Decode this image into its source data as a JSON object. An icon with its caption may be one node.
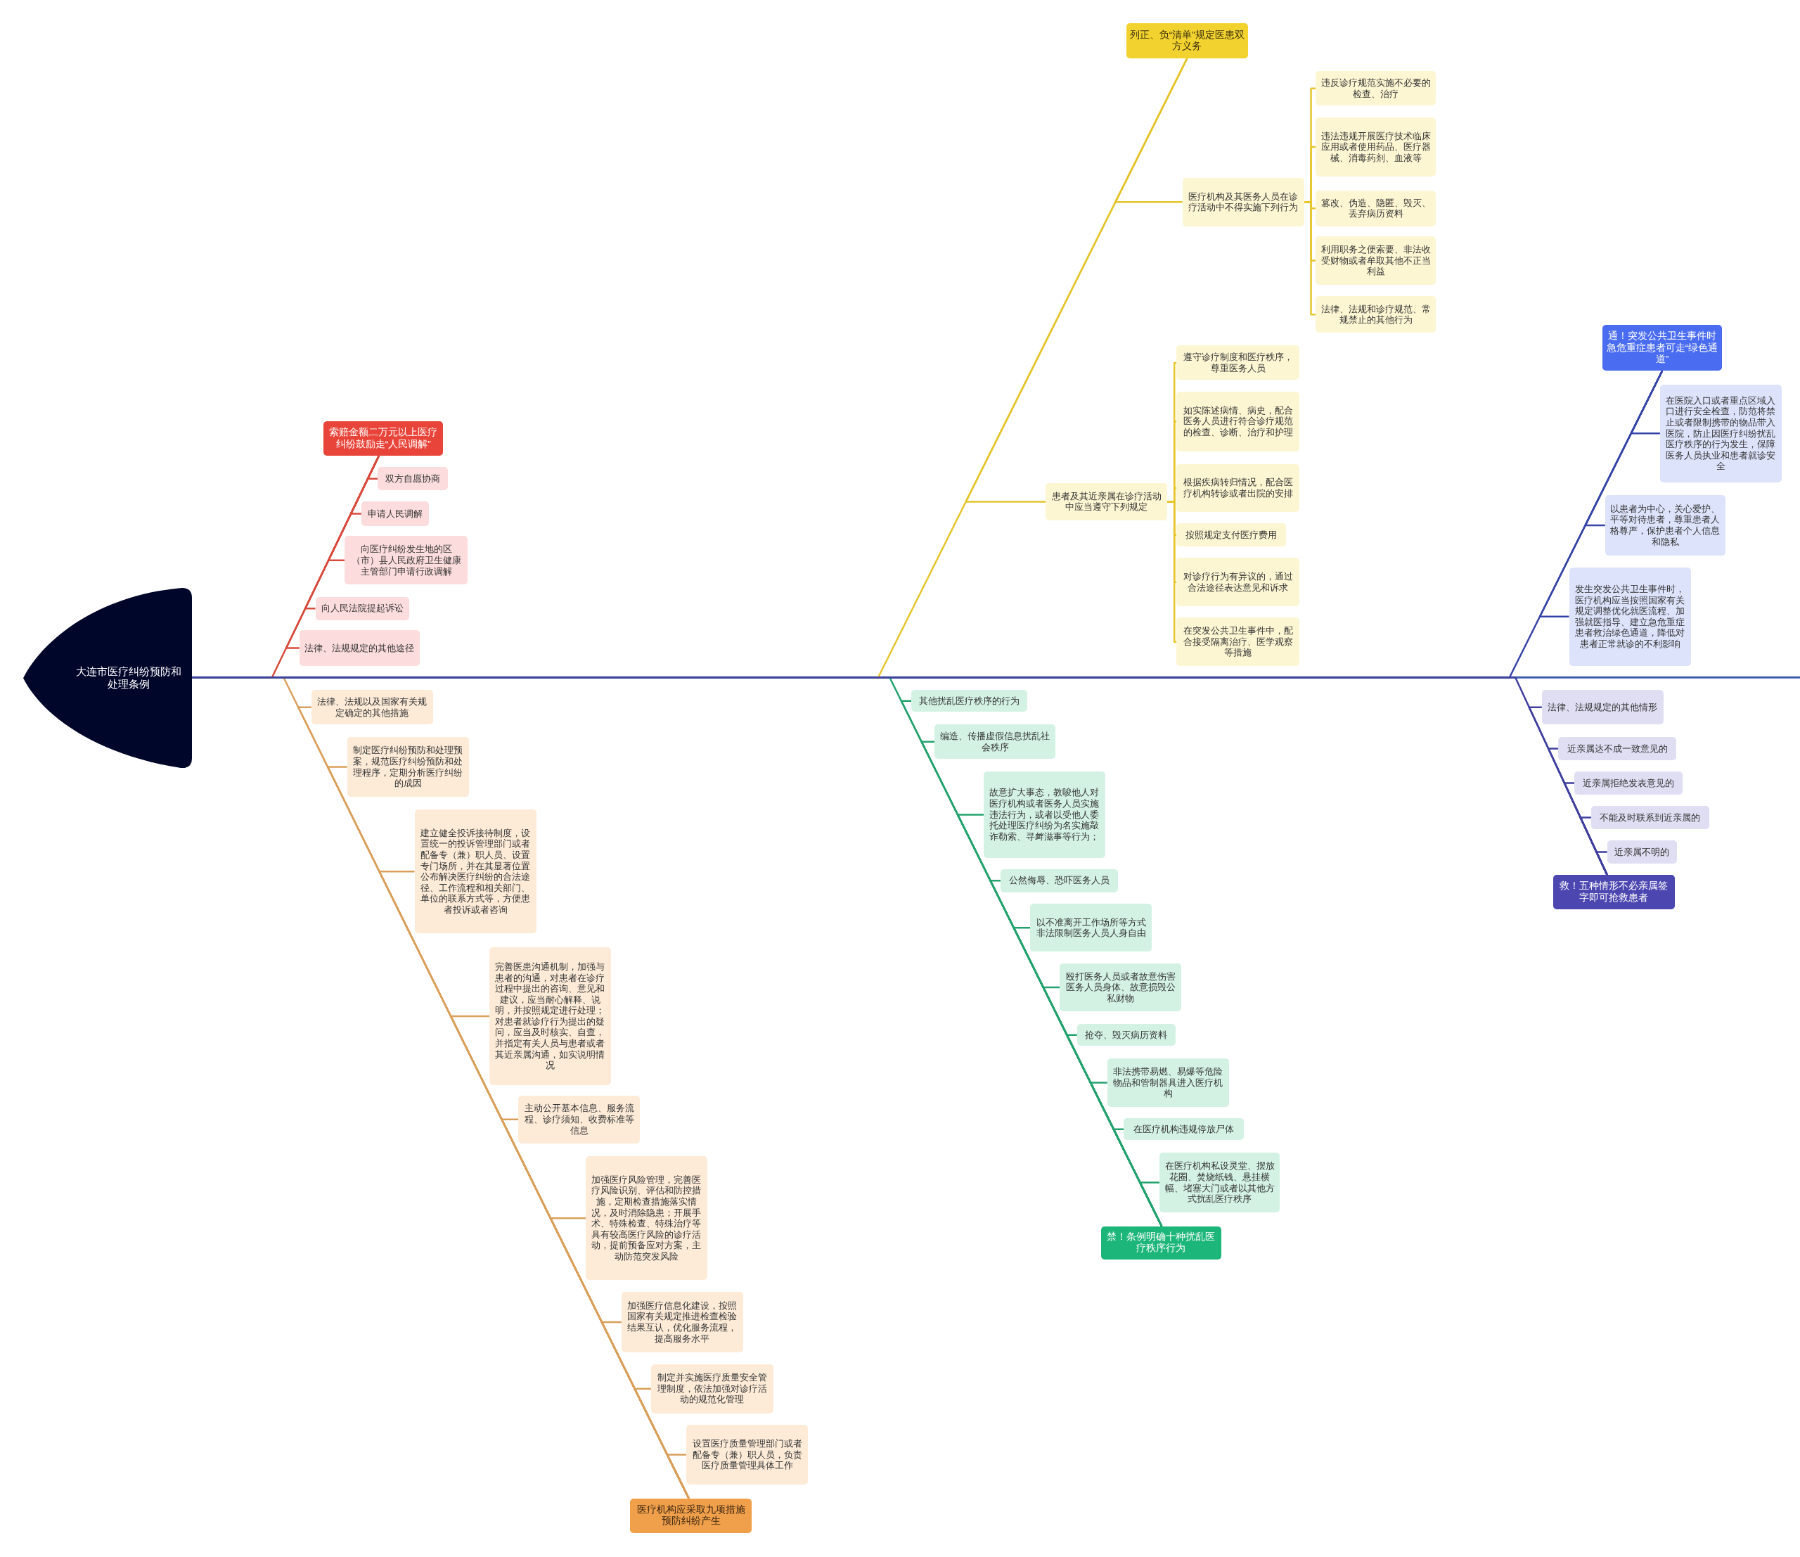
{
  "diagram": {
    "nodes": [
      {
        "text": [
          "大连市医疗纠纷预防和处理条例"
        ]
      },
      {
        "text": [
          "索赔金额二万元以上医疗纠纷鼓励走“人民调解”"
        ]
      },
      {
        "text": [
          "双方自愿协商"
        ]
      },
      {
        "text": [
          "申请人民调解"
        ]
      },
      {
        "text": [
          "向医疗纠纷发生地的区（市）县人民政府卫生健康主管部门申请行政调解"
        ]
      },
      {
        "text": [
          "向人民法院提起诉讼"
        ]
      },
      {
        "text": [
          "法律、法规规定的其他途径"
        ]
      },
      {
        "text": [
          "医疗机构应采取九项措施预防纠纷产生"
        ]
      },
      {
        "text": [
          "法律、法规以及国家有关规定确定的其他措施"
        ]
      },
      {
        "text": [
          "制定医疗纠纷预防和处理预案，规范医疗纠纷预防和处理程序，定期分析医疗纠纷的成因"
        ]
      },
      {
        "text": [
          "建立健全投诉接待制度，设置统一的投诉管理部门或者配备专（兼）职人员、设置专门场所，并在其显著位置公布解决医疗纠纷的合法途径、工作流程和相关部门、单位的联系方式等，方便患者投诉或者咨询"
        ]
      },
      {
        "text": [
          "完善医患沟通机制，加强与患者的沟通，对患者在诊疗过程中提出的咨询、意见和建议，应当耐心解释、说明，并按照规定进行处理；对患者就诊疗行为提出的疑问，应当及时核实、自查，并指定有关人员与患者或者其近亲属沟通，如实说明情况"
        ]
      },
      {
        "text": [
          "主动公开基本信息、服务流程、诊疗须知、收费标准等信息"
        ]
      },
      {
        "text": [
          "加强医疗风险管理，完善医疗风险识别、评估和防控措施，定期检查措施落实情况，及时消除隐患；开展手术、特殊检查、特殊治疗等具有较高医疗风险的诊疗活动，提前预备应对方案，主动防范突发风险"
        ]
      },
      {
        "text": [
          "加强医疗信息化建设，按照国家有关规定推进检查检验结果互认，优化服务流程，提高服务水平"
        ]
      },
      {
        "text": [
          "制定并实施医疗质量安全管理制度，依法加强对诊疗活动的规范化管理"
        ]
      },
      {
        "text": [
          "设置医疗质量管理部门或者配备专（兼）职人员，负责医疗质量管理具体工作"
        ]
      },
      {
        "text": [
          "列正、负“清单”规定医患双方义务"
        ]
      },
      {
        "text": [
          "医疗机构及其医务人员在诊疗活动中不得实施下列行为"
        ]
      },
      {
        "text": [
          "违反诊疗规范实施不必要的检查、治疗"
        ]
      },
      {
        "text": [
          "违法违规开展医疗技术临床应用或者使用药品、医疗器械、消毒药剂、血液等"
        ]
      },
      {
        "text": [
          "篡改、伪造、隐匿、毁灭、丢弃病历资料"
        ]
      },
      {
        "text": [
          "利用职务之便索要、非法收受财物或者牟取其他不正当利益"
        ]
      },
      {
        "text": [
          "法律、法规和诊疗规范、常规禁止的其他行为"
        ]
      },
      {
        "text": [
          "患者及其近亲属在诊疗活动中应当遵守下列规定"
        ]
      },
      {
        "text": [
          "遵守诊疗制度和医疗秩序，尊重医务人员"
        ]
      },
      {
        "text": [
          "如实陈述病情、病史，配合医务人员进行符合诊疗规范的检查、诊断、治疗和护理"
        ]
      },
      {
        "text": [
          "根据疾病转归情况，配合医疗机构转诊或者出院的安排"
        ]
      },
      {
        "text": [
          "按照规定支付医疗费用"
        ]
      },
      {
        "text": [
          "对诊疗行为有异议的，通过合法途径表达意见和诉求"
        ]
      },
      {
        "text": [
          "在突发公共卫生事件中，配合接受隔离治疗、医学观察等措施"
        ]
      },
      {
        "text": [
          "禁！条例明确十种扰乱医疗秩序行为"
        ]
      },
      {
        "text": [
          "其他扰乱医疗秩序的行为"
        ]
      },
      {
        "text": [
          "编造、传播虚假信息扰乱社会秩序"
        ]
      },
      {
        "text": [
          "故意扩大事态，教唆他人对医疗机构或者医务人员实施违法行为，或者以受他人委托处理医疗纠纷为名实施敲诈勒索、寻衅滋事等行为；"
        ]
      },
      {
        "text": [
          "公然侮辱、恐吓医务人员"
        ]
      },
      {
        "text": [
          "以不准离开工作场所等方式非法限制医务人员人身自由"
        ]
      },
      {
        "text": [
          "殴打医务人员或者故意伤害医务人员身体、故意损毁公私财物"
        ]
      },
      {
        "text": [
          "抢夺、毁灭病历资料"
        ]
      },
      {
        "text": [
          "非法携带易燃、易爆等危险物品和管制器具进入医疗机构"
        ]
      },
      {
        "text": [
          "在医疗机构违规停放尸体"
        ]
      },
      {
        "text": [
          "在医疗机构私设灵堂、摆放花圈、焚烧纸钱、悬挂横幅、堵塞大门或者以其他方式扰乱医疗秩序"
        ]
      },
      {
        "text": [
          "通！突发公共卫生事件时急危重症患者可走“绿色通道”"
        ]
      },
      {
        "text": [
          "在医院入口或者重点区域入口进行安全检查，防范将禁止或者限制携带的物品带入医院，防止因医疗纠纷扰乱医疗秩序的行为发生，保障医务人员执业和患者就诊安全"
        ]
      },
      {
        "text": [
          "以患者为中心，关心爱护、平等对待患者，尊重患者人格尊严，保护患者个人信息和隐私"
        ]
      },
      {
        "text": [
          "发生突发公共卫生事件时，医疗机构应当按照国家有关规定调整优化就医流程、加强就医指导、建立急危重症患者救治绿色通道，降低对患者正常就诊的不利影响"
        ]
      },
      {
        "text": [
          "救！五种情形不必亲属签字即可抢救患者"
        ]
      },
      {
        "text": [
          "法律、法规规定的其他情形"
        ]
      },
      {
        "text": [
          "近亲属达不成一致意见的"
        ]
      },
      {
        "text": [
          "近亲属拒绝发表意见的"
        ]
      },
      {
        "text": [
          "不能及时联系到近亲属的"
        ]
      },
      {
        "text": [
          "近亲属不明的"
        ]
      }
    ],
    "edges": [
      {
        "from": 0,
        "to": 1,
        "arrow": "none",
        "color": "#d94a3c"
      },
      {
        "from": 1,
        "to": 2,
        "arrow": "none",
        "color": "#d94a3c"
      },
      {
        "from": 1,
        "to": 3,
        "arrow": "none",
        "color": "#d94a3c"
      },
      {
        "from": 1,
        "to": 4,
        "arrow": "none",
        "color": "#d94a3c"
      },
      {
        "from": 1,
        "to": 5,
        "arrow": "none",
        "color": "#d94a3c"
      },
      {
        "from": 1,
        "to": 6,
        "arrow": "none",
        "color": "#d94a3c"
      },
      {
        "from": 0,
        "to": 7,
        "arrow": "none",
        "color": "#d9a05b"
      },
      {
        "from": 7,
        "to": 8,
        "arrow": "none",
        "color": "#d9a05b"
      },
      {
        "from": 7,
        "to": 9,
        "arrow": "none",
        "color": "#d9a05b"
      },
      {
        "from": 7,
        "to": 10,
        "arrow": "none",
        "color": "#d9a05b"
      },
      {
        "from": 7,
        "to": 11,
        "arrow": "none",
        "color": "#d9a05b"
      },
      {
        "from": 7,
        "to": 12,
        "arrow": "none",
        "color": "#d9a05b"
      },
      {
        "from": 7,
        "to": 13,
        "arrow": "none",
        "color": "#d9a05b"
      },
      {
        "from": 7,
        "to": 14,
        "arrow": "none",
        "color": "#d9a05b"
      },
      {
        "from": 7,
        "to": 15,
        "arrow": "none",
        "color": "#d9a05b"
      },
      {
        "from": 7,
        "to": 16,
        "arrow": "none",
        "color": "#d9a05b"
      },
      {
        "from": 0,
        "to": 17,
        "arrow": "none",
        "color": "#e6c52c"
      },
      {
        "from": 17,
        "to": 18,
        "arrow": "none",
        "color": "#e6c52c"
      },
      {
        "from": 18,
        "to": 19,
        "arrow": "none",
        "color": "#e6c52c"
      },
      {
        "from": 18,
        "to": 20,
        "arrow": "none",
        "color": "#e6c52c"
      },
      {
        "from": 18,
        "to": 21,
        "arrow": "none",
        "color": "#e6c52c"
      },
      {
        "from": 18,
        "to": 22,
        "arrow": "none",
        "color": "#e6c52c"
      },
      {
        "from": 18,
        "to": 23,
        "arrow": "none",
        "color": "#e6c52c"
      },
      {
        "from": 17,
        "to": 24,
        "arrow": "none",
        "color": "#e6c52c"
      },
      {
        "from": 24,
        "to": 25,
        "arrow": "none",
        "color": "#e6c52c"
      },
      {
        "from": 24,
        "to": 26,
        "arrow": "none",
        "color": "#e6c52c"
      },
      {
        "from": 24,
        "to": 27,
        "arrow": "none",
        "color": "#e6c52c"
      },
      {
        "from": 24,
        "to": 28,
        "arrow": "none",
        "color": "#e6c52c"
      },
      {
        "from": 24,
        "to": 29,
        "arrow": "none",
        "color": "#e6c52c"
      },
      {
        "from": 24,
        "to": 30,
        "arrow": "none",
        "color": "#e6c52c"
      },
      {
        "from": 0,
        "to": 31,
        "arrow": "none",
        "color": "#23a26e"
      },
      {
        "from": 31,
        "to": 32,
        "arrow": "none",
        "color": "#23a26e"
      },
      {
        "from": 31,
        "to": 33,
        "arrow": "none",
        "color": "#23a26e"
      },
      {
        "from": 31,
        "to": 34,
        "arrow": "none",
        "color": "#23a26e"
      },
      {
        "from": 31,
        "to": 35,
        "arrow": "none",
        "color": "#23a26e"
      },
      {
        "from": 31,
        "to": 36,
        "arrow": "none",
        "color": "#23a26e"
      },
      {
        "from": 31,
        "to": 37,
        "arrow": "none",
        "color": "#23a26e"
      },
      {
        "from": 31,
        "to": 38,
        "arrow": "none",
        "color": "#23a26e"
      },
      {
        "from": 31,
        "to": 39,
        "arrow": "none",
        "color": "#23a26e"
      },
      {
        "from": 31,
        "to": 40,
        "arrow": "none",
        "color": "#23a26e"
      },
      {
        "from": 31,
        "to": 41,
        "arrow": "none",
        "color": "#23a26e"
      },
      {
        "from": 0,
        "to": 42,
        "arrow": "none",
        "color": "#3543a8"
      },
      {
        "from": 42,
        "to": 43,
        "arrow": "none",
        "color": "#3543a8"
      },
      {
        "from": 42,
        "to": 44,
        "arrow": "none",
        "color": "#3543a8"
      },
      {
        "from": 42,
        "to": 45,
        "arrow": "none",
        "color": "#3543a8"
      },
      {
        "from": 0,
        "to": 46,
        "arrow": "none",
        "color": "#3f3f9f"
      },
      {
        "from": 46,
        "to": 47,
        "arrow": "none",
        "color": "#3f3f9f"
      },
      {
        "from": 46,
        "to": 48,
        "arrow": "none",
        "color": "#3f3f9f"
      },
      {
        "from": 46,
        "to": 49,
        "arrow": "none",
        "color": "#3f3f9f"
      },
      {
        "from": 46,
        "to": 50,
        "arrow": "none",
        "color": "#3f3f9f"
      },
      {
        "from": 46,
        "to": 51,
        "arrow": "none",
        "color": "#3f3f9f"
      }
    ]
  }
}
